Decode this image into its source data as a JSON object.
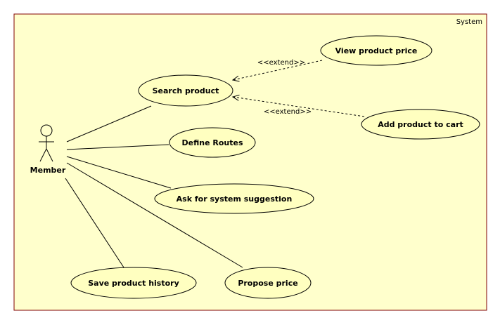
{
  "system": {
    "label": "System"
  },
  "actor": {
    "name": "Member"
  },
  "use_cases": {
    "search": "Search product",
    "view_price": "View product price",
    "add_cart": "Add product to cart",
    "define_routes": "Define Routes",
    "suggestion": "Ask for system suggestion",
    "save_history": "Save product history",
    "propose_price": "Propose price"
  },
  "relations": {
    "extend_view": "<<extend>>",
    "extend_cart": "<<extend>>"
  },
  "colors": {
    "background": "#ffffcc",
    "ellipse_fill": "#ffffc0",
    "border": "#800000",
    "line": "#000000"
  }
}
